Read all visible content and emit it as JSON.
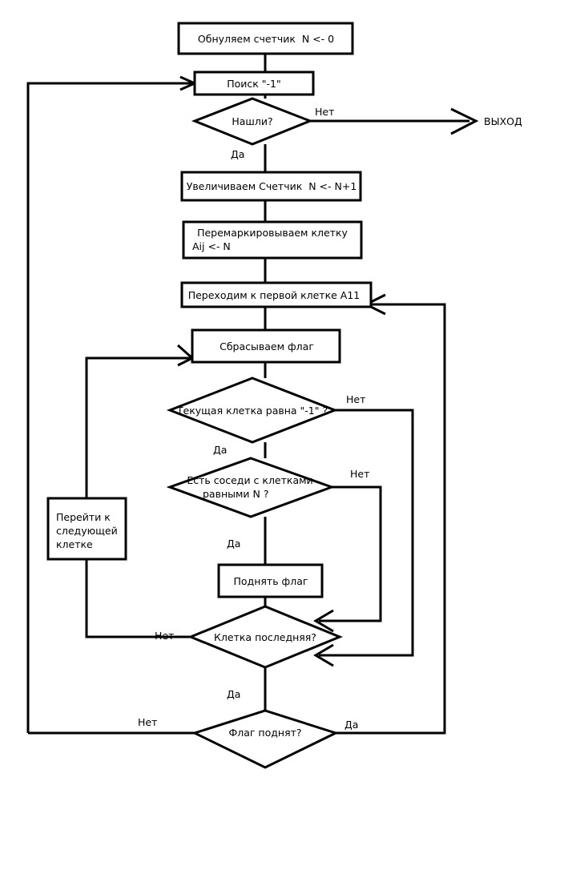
{
  "diagram": {
    "title": "",
    "language": "ru",
    "background_color": "#ffffff",
    "line_color": "#000000",
    "text_color": "#000000"
  },
  "nodes": {
    "init_counter": {
      "label": "Обнуляем счетчик  N <- 0",
      "type": "process"
    },
    "search_minus_one": {
      "label": "Поиск \"-1\"",
      "type": "process"
    },
    "found_q": {
      "label": "Нашли?",
      "type": "decision"
    },
    "increment_counter": {
      "label": "Увеличиваем Счетчик  N <- N+1",
      "type": "process"
    },
    "remark_cell_line1": {
      "label": "Перемаркировываем клетку",
      "type": "process"
    },
    "remark_cell_line2": {
      "label": "Aij <- N",
      "type": "process"
    },
    "goto_first_cell": {
      "label": "Переходим к первой клетке А11",
      "type": "process"
    },
    "reset_flag": {
      "label": "Сбрасываем флаг",
      "type": "process"
    },
    "current_cell_q": {
      "label": "Текущая клетка равна \"-1\" ?",
      "type": "decision"
    },
    "neighbours_q_line1": {
      "label": "Есть соседи с клетками",
      "type": "decision"
    },
    "neighbours_q_line2": {
      "label": "равными N ?",
      "type": "decision"
    },
    "raise_flag": {
      "label": "Поднять флаг",
      "type": "process"
    },
    "next_cell_line1": {
      "label": "Перейти к",
      "type": "process"
    },
    "next_cell_line2": {
      "label": "следующей",
      "type": "process"
    },
    "next_cell_line3": {
      "label": "клетке",
      "type": "process"
    },
    "last_cell_q": {
      "label": "Клетка последняя?",
      "type": "decision"
    },
    "flag_raised_q": {
      "label": "Флаг поднят?",
      "type": "decision"
    },
    "exit_terminal": {
      "label": "ВЫХОД",
      "type": "terminal"
    }
  },
  "edge_labels": {
    "found_no": "Нет",
    "found_yes": "Да",
    "current_cell_no": "Нет",
    "current_cell_yes": "Да",
    "neighbours_no": "Нет",
    "neighbours_yes": "Да",
    "last_cell_no": "Нет",
    "last_cell_yes": "Да",
    "flag_raised_no": "Нет",
    "flag_raised_yes": "Да"
  }
}
